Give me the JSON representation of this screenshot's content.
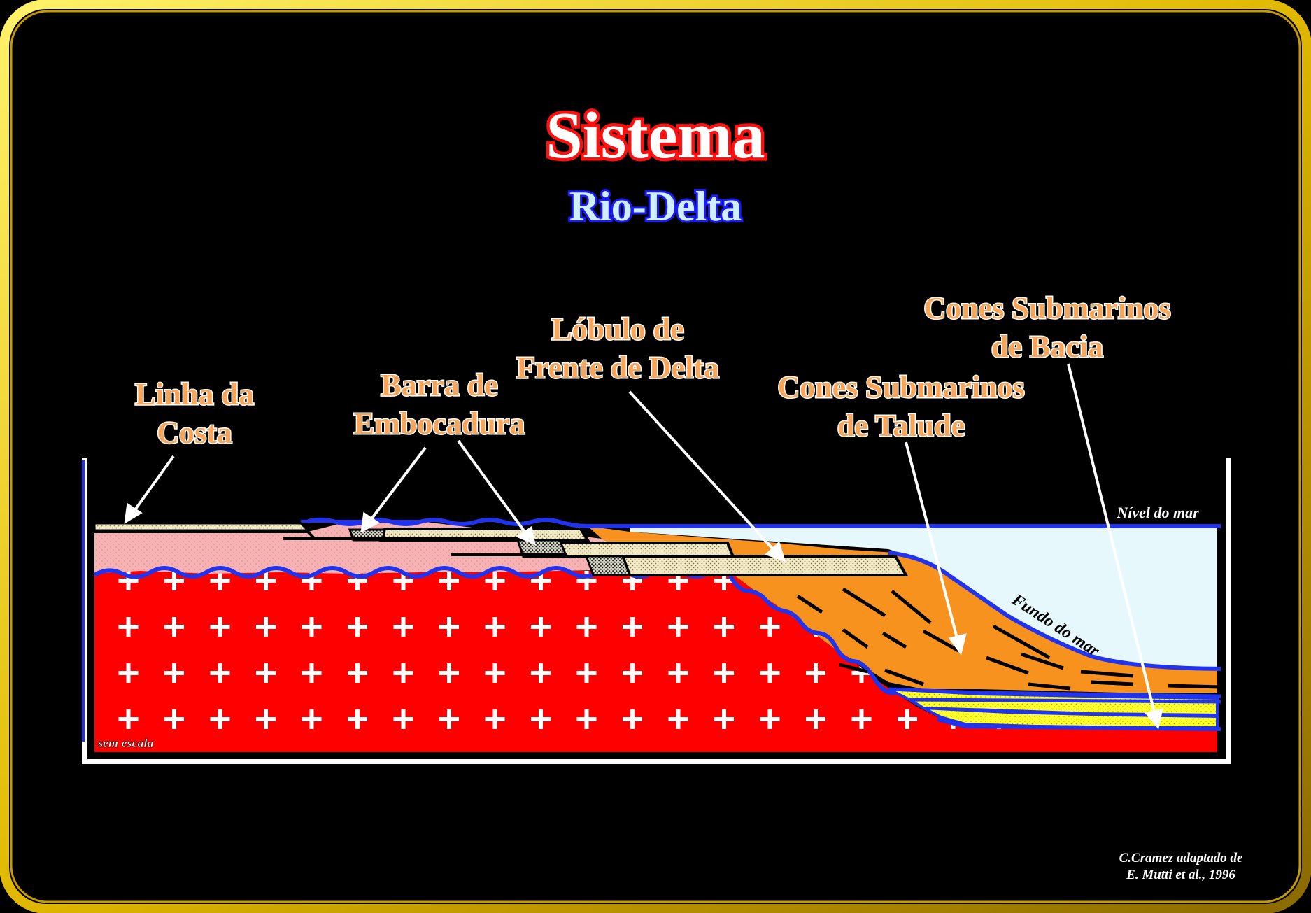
{
  "title": "Sistema",
  "subtitle": "Rio-Delta",
  "labels": {
    "linha_costa": [
      "Linha da",
      "Costa"
    ],
    "barra": [
      "Barra de",
      "Embocadura"
    ],
    "lobulo": [
      "Lóbulo de",
      "Frente de Delta"
    ],
    "cones_talude": [
      "Cones Submarinos",
      "de Talude"
    ],
    "cones_bacia": [
      "Cones Submarinos",
      "de Bacia"
    ]
  },
  "nivel_mar": "Nível do mar",
  "fundo_mar": "Fundo do mar",
  "sem_escala": "sem escala",
  "credit": [
    "C.Cramez adaptado  de",
    "E. Mutti et al., 1996"
  ],
  "colors": {
    "frame": "#f2d200",
    "basement": "#ff0000",
    "sea": "#e6f8fc",
    "slope": "#f7921e",
    "coastal_plain": "#f7b3b3",
    "sand_bar": "#f2ebc4",
    "fan": "#ffff2a",
    "line_blue": "#2233ee"
  }
}
